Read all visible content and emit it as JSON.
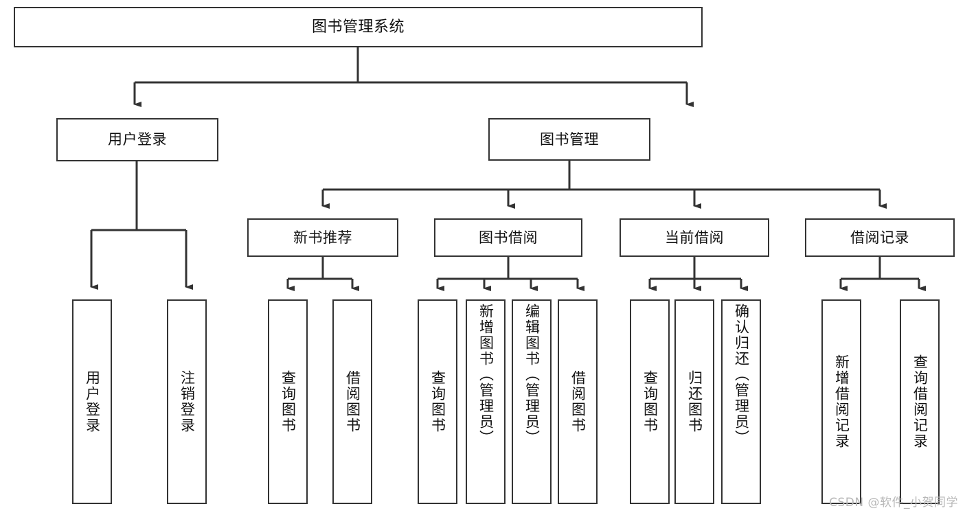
{
  "diagram": {
    "title": "图书管理系统",
    "type": "tree-hierarchy-chart",
    "watermark": "CSDN @软件_小贺同学",
    "colors": {
      "box_border": "#333333",
      "box_fill": "#ffffff",
      "connector": "#333333",
      "text": "#111111",
      "watermark": "#b8b8b8"
    },
    "nodes": {
      "root": {
        "label": "图书管理系统"
      },
      "level2": [
        {
          "label": "用户登录"
        },
        {
          "label": "图书管理"
        }
      ],
      "level3": [
        {
          "label": "新书推荐"
        },
        {
          "label": "图书借阅"
        },
        {
          "label": "当前借阅"
        },
        {
          "label": "借阅记录"
        }
      ],
      "leaves": {
        "user_login": [
          {
            "label": "用户登录"
          },
          {
            "label": "注销登录"
          }
        ],
        "new_book_recommend": [
          {
            "label": "查询图书"
          },
          {
            "label": "借阅图书"
          }
        ],
        "book_borrow": [
          {
            "label": "查询图书"
          },
          {
            "label": "新增图书（管理员）"
          },
          {
            "label": "编辑图书（管理员）"
          },
          {
            "label": "借阅图书"
          }
        ],
        "current_borrow": [
          {
            "label": "查询图书"
          },
          {
            "label": "归还图书"
          },
          {
            "label": "确认归还（管理员）"
          }
        ],
        "borrow_record": [
          {
            "label": "新增借阅记录"
          },
          {
            "label": "查询借阅记录"
          }
        ]
      }
    }
  }
}
